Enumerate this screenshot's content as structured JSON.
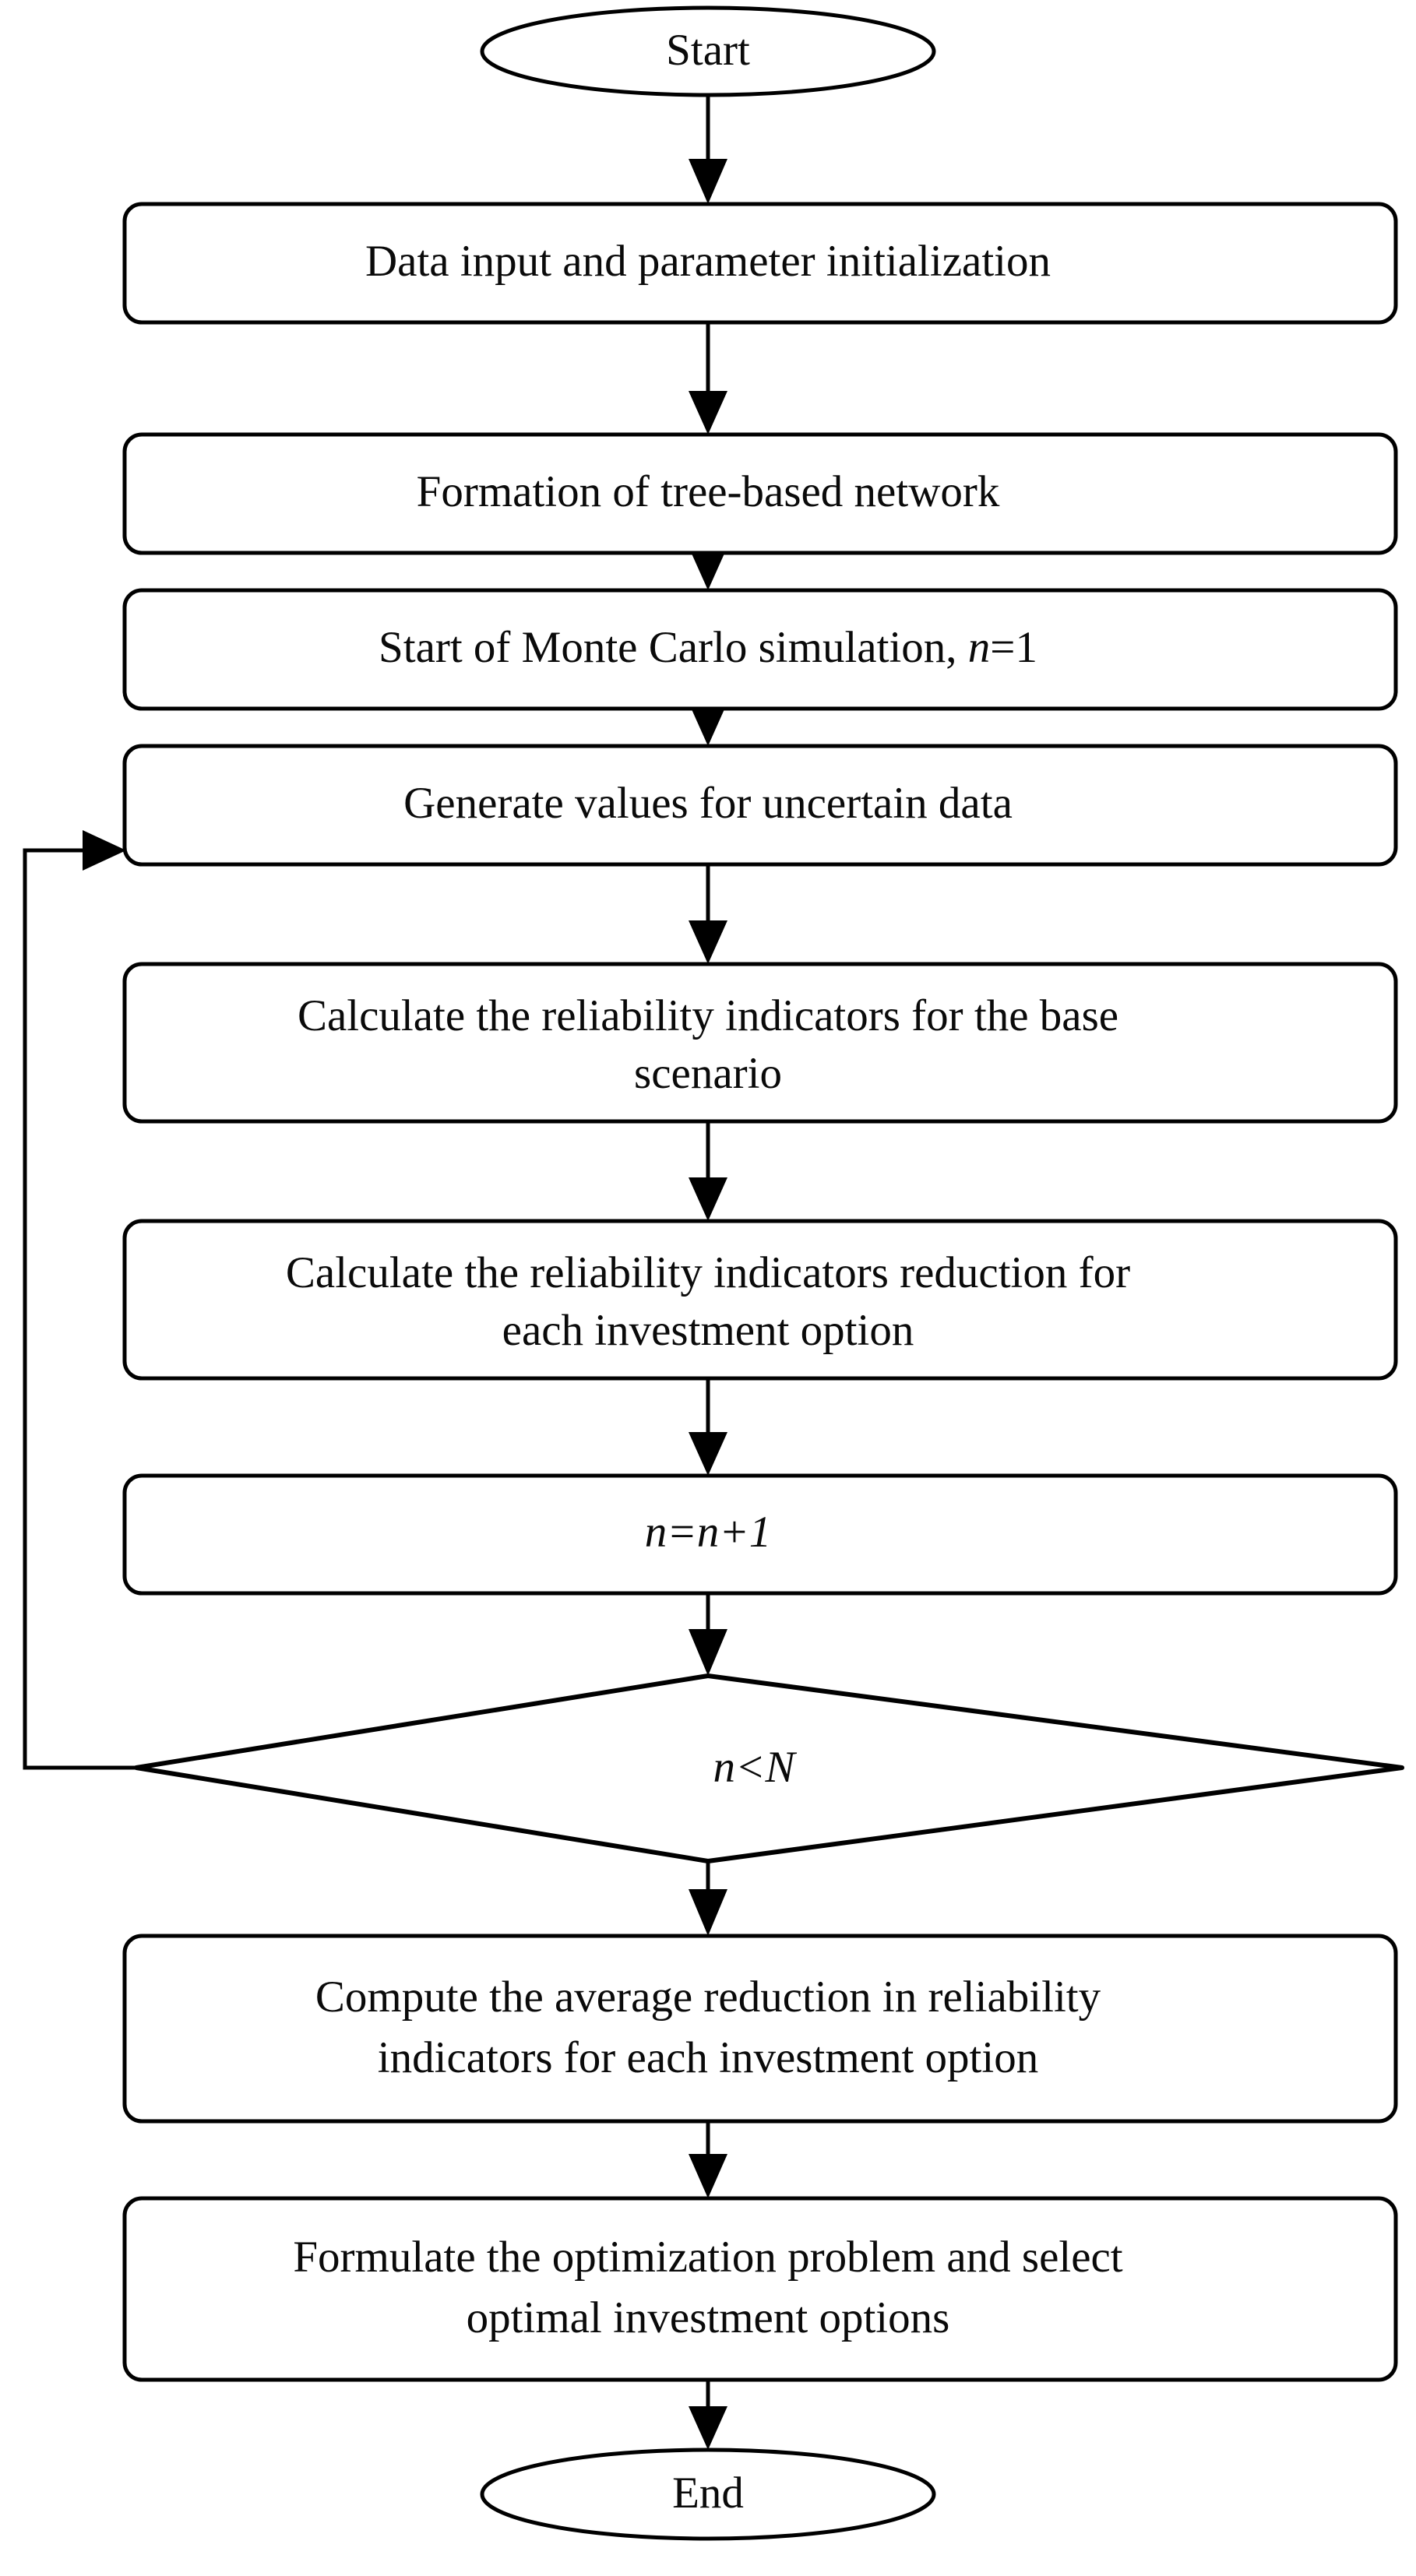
{
  "diagram": {
    "title": "Monte Carlo simulation based reliability investment optimization flowchart",
    "type": "flowchart",
    "orientation": "top-to-bottom",
    "background_color": "#ffffff",
    "stroke_color": "#000000",
    "text_color": "#0a0a0a",
    "nodes": [
      {
        "id": "start",
        "shape": "ellipse",
        "label": "Start",
        "lines": [
          "Start"
        ],
        "italic": false
      },
      {
        "id": "data-input",
        "shape": "rounded-rectangle",
        "label": "Data input and parameter initialization",
        "lines": [
          "Data input and parameter initialization"
        ],
        "italic": false
      },
      {
        "id": "tree-network",
        "shape": "rounded-rectangle",
        "label": "Formation of tree-based network",
        "lines": [
          "Formation of tree-based network"
        ],
        "italic": false
      },
      {
        "id": "start-mc",
        "shape": "rounded-rectangle",
        "label": "Start of Monte Carlo simulation, n=1",
        "lines": [
          "Start of Monte Carlo simulation, n=1"
        ],
        "prefix": "Start of Monte Carlo simulation, ",
        "math": "n",
        "suffix": "=1",
        "italic": false
      },
      {
        "id": "generate-values",
        "shape": "rounded-rectangle",
        "label": "Generate values for uncertain data",
        "lines": [
          "Generate values for uncertain data"
        ],
        "italic": false
      },
      {
        "id": "calc-base",
        "shape": "rounded-rectangle",
        "label": "Calculate the reliability indicators for the base scenario",
        "lines": [
          "Calculate the reliability indicators for the base",
          "scenario"
        ],
        "italic": false
      },
      {
        "id": "calc-reduction",
        "shape": "rounded-rectangle",
        "label": "Calculate the reliability indicators reduction for each investment option",
        "lines": [
          "Calculate the reliability indicators reduction for",
          "each investment option"
        ],
        "italic": false
      },
      {
        "id": "increment",
        "shape": "rounded-rectangle",
        "label": "n=n+1",
        "lines": [
          "n=n+1"
        ],
        "italic": true
      },
      {
        "id": "decision",
        "shape": "diamond",
        "label": "n<N",
        "lines": [
          "n<N"
        ],
        "italic": true
      },
      {
        "id": "compute-average",
        "shape": "rounded-rectangle",
        "label": "Compute the average reduction in reliability indicators for each investment option",
        "lines": [
          "Compute the average reduction in reliability",
          "indicators for each investment option"
        ],
        "italic": false
      },
      {
        "id": "formulate",
        "shape": "rounded-rectangle",
        "label": "Formulate the optimization problem and select optimal investment options",
        "lines": [
          "Formulate the optimization problem and select",
          "optimal investment options"
        ],
        "italic": false
      },
      {
        "id": "end",
        "shape": "ellipse",
        "label": "End",
        "lines": [
          "End"
        ],
        "italic": false
      }
    ],
    "edges": [
      {
        "id": "e1",
        "from": "start",
        "to": "data-input",
        "label": "",
        "style": "straight-arrow"
      },
      {
        "id": "e2",
        "from": "data-input",
        "to": "tree-network",
        "label": "",
        "style": "straight-arrow"
      },
      {
        "id": "e3",
        "from": "tree-network",
        "to": "start-mc",
        "label": "",
        "style": "straight-arrow"
      },
      {
        "id": "e4",
        "from": "start-mc",
        "to": "generate-values",
        "label": "",
        "style": "straight-arrow"
      },
      {
        "id": "e5",
        "from": "generate-values",
        "to": "calc-base",
        "label": "",
        "style": "straight-arrow"
      },
      {
        "id": "e6",
        "from": "calc-base",
        "to": "calc-reduction",
        "label": "",
        "style": "straight-arrow"
      },
      {
        "id": "e7",
        "from": "calc-reduction",
        "to": "increment",
        "label": "",
        "style": "straight-arrow"
      },
      {
        "id": "e8",
        "from": "increment",
        "to": "decision",
        "label": "",
        "style": "straight-arrow"
      },
      {
        "id": "e9",
        "from": "decision",
        "to": "compute-average",
        "label": "",
        "style": "straight-arrow"
      },
      {
        "id": "e10",
        "from": "compute-average",
        "to": "formulate",
        "label": "",
        "style": "straight-arrow"
      },
      {
        "id": "e11",
        "from": "formulate",
        "to": "end",
        "label": "",
        "style": "straight-arrow"
      },
      {
        "id": "e12",
        "from": "decision",
        "to": "generate-values",
        "label": "",
        "style": "feedback-loop-left"
      }
    ]
  }
}
